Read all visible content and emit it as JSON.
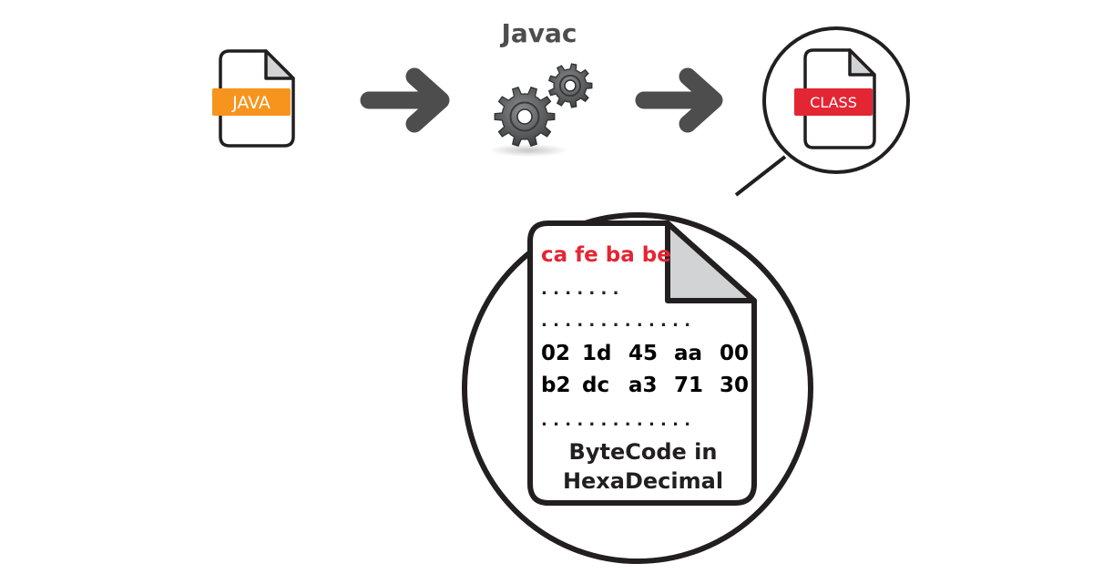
{
  "compiler": {
    "title": "Javac",
    "icon": "gears-icon"
  },
  "source_file": {
    "label": "JAVA",
    "label_color": "#f7941d",
    "icon": "file-icon"
  },
  "class_file": {
    "label": "CLASS",
    "label_color": "#e32634",
    "icon": "file-icon"
  },
  "bytecode_doc": {
    "magic": "ca fe ba be",
    "magic_color": "#e32634",
    "dots_1": ". . . . . . .",
    "dots_2": ". . . . . . . . . . . . .",
    "hex_rows": [
      [
        "02",
        "1d",
        "45",
        "aa",
        "00"
      ],
      [
        "b2",
        "dc",
        "a3",
        "71",
        "30"
      ]
    ],
    "dots_3": ". . . . . . . . . . . . .",
    "caption_line1": "ByteCode in",
    "caption_line2": "HexaDecimal"
  },
  "colors": {
    "arrow": "#4d4d4d",
    "stroke": "#231f20",
    "gear": "#58595b",
    "fold": "#d1d3d4"
  }
}
